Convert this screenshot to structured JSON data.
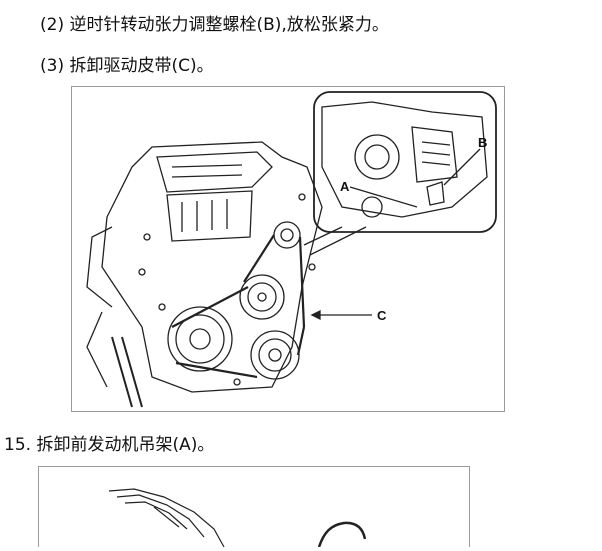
{
  "steps": {
    "step2": "(2) 逆时针转动张力调整螺栓(B),放松张紧力。",
    "step3": "(3) 拆卸驱动皮带(C)。",
    "step15": "15. 拆卸前发动机吊架(A)。"
  },
  "figure1": {
    "label_a": "A",
    "label_b": "B",
    "label_c": "C"
  }
}
